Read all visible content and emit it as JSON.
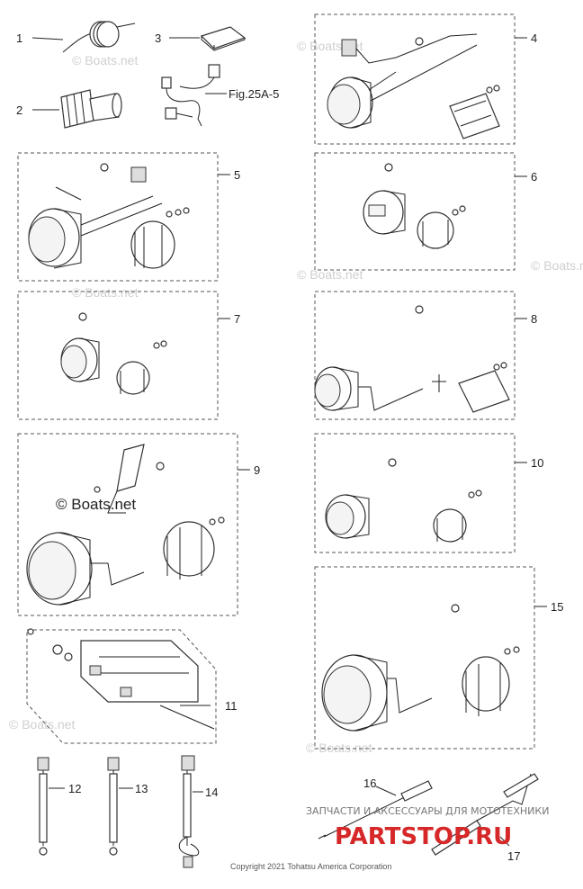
{
  "callouts": {
    "c1": "1",
    "c2": "2",
    "c3": "3",
    "c4": "4",
    "c5": "5",
    "c6": "6",
    "c7": "7",
    "c8": "8",
    "c9": "9",
    "c10": "10",
    "c11": "11",
    "c12": "12",
    "c13": "13",
    "c14": "14",
    "c15": "15",
    "c16": "16",
    "c17": "17"
  },
  "fig_ref": "Fig.25A-5",
  "watermark": "© Boats.net",
  "footer": {
    "copyright": "Copyright 2021 Tohatsu America Corporation",
    "shop_text": "ЗАПЧАСТИ И АКСЕССУАРЫ ДЛЯ МОТОТЕХНИКИ",
    "shop_brand": "PARTSTOP.RU"
  }
}
